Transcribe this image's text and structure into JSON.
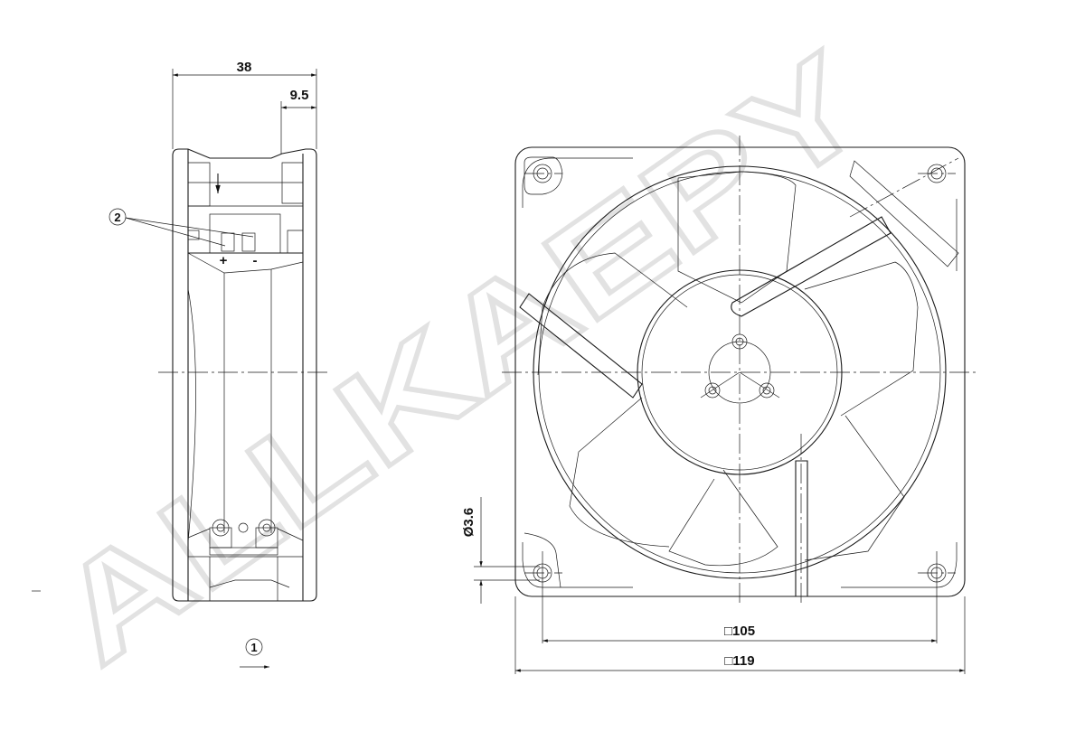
{
  "drawing": {
    "side_view": {
      "dim_width": "38",
      "dim_offset": "9.5",
      "callout_connector": "2",
      "callout_airflow": "1",
      "plus_label": "+",
      "minus_label": "-"
    },
    "front_view": {
      "dim_hole_diameter": "Ø3.6",
      "dim_hole_spacing": "□105",
      "dim_frame_size": "□119"
    },
    "watermark": "ALLKAEPY",
    "line_color": "#1a1a1a",
    "watermark_color": "#e2e2e2"
  }
}
